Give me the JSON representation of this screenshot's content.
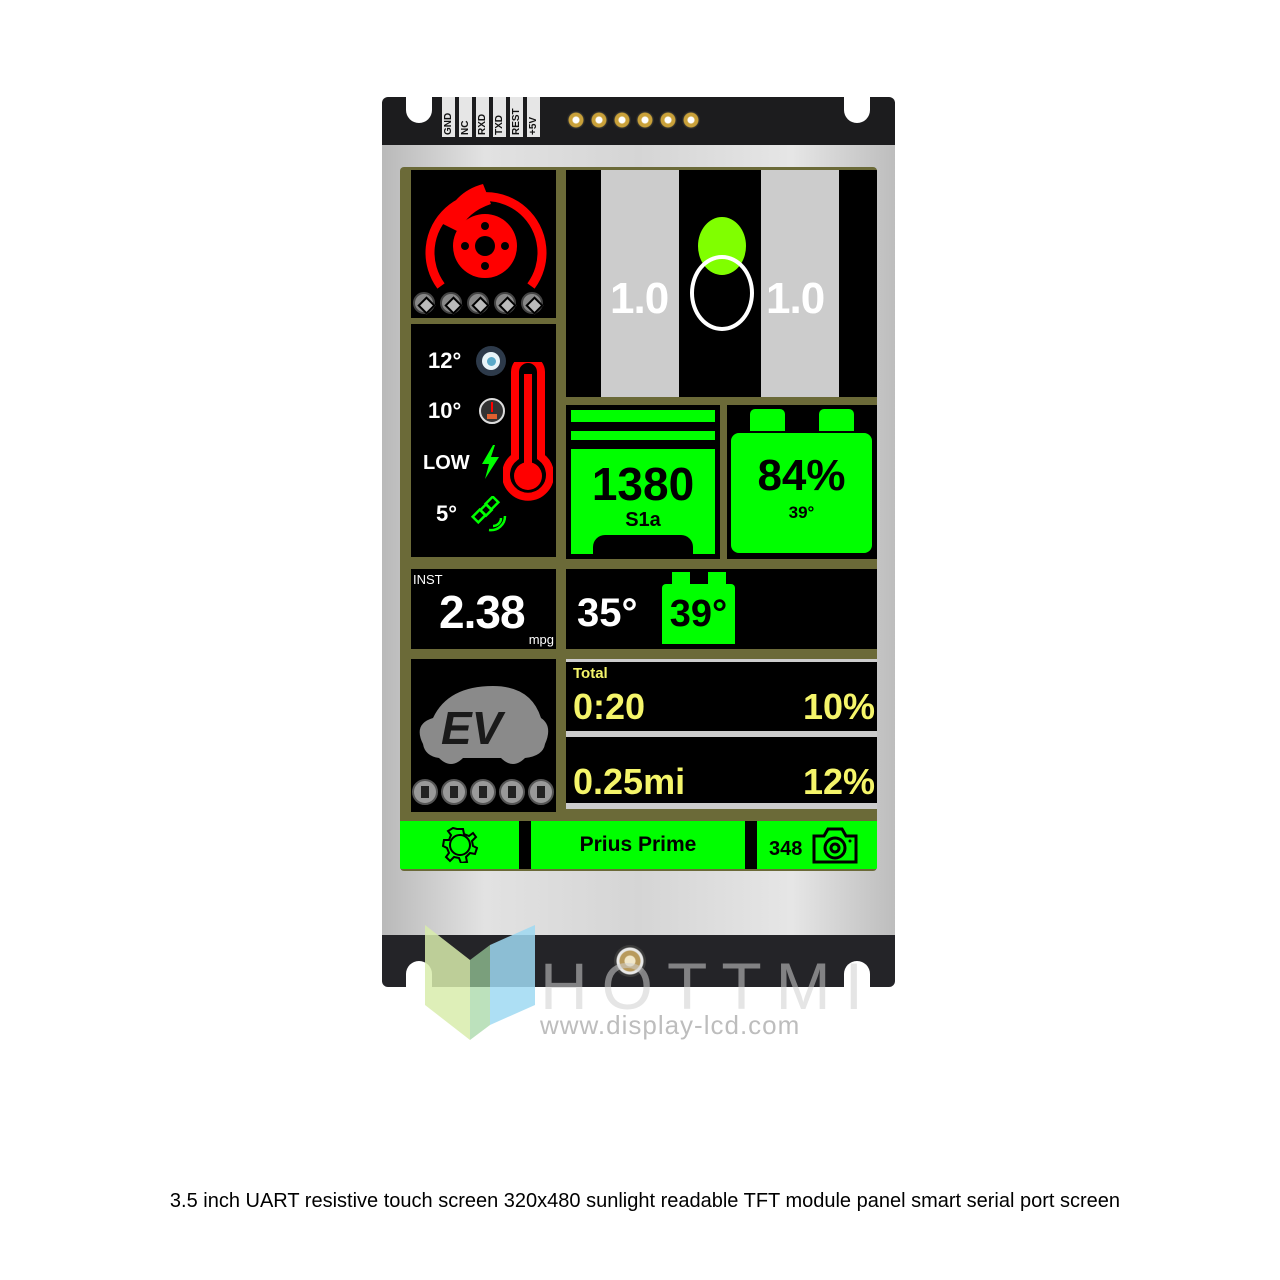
{
  "device": {
    "pin_labels": [
      "GND",
      "NC",
      "RXD",
      "TXD",
      "REST",
      "+5V"
    ],
    "pin_count": 6
  },
  "screen": {
    "brake": {
      "icon": "brake-disc-icon",
      "pad_icons": [
        "brake-pad-icon",
        "brake-pad-icon",
        "brake-pad-icon",
        "brake-pad-icon",
        "brake-pad-icon"
      ],
      "color": "#ff0000"
    },
    "lanes": {
      "left_value": "1.0",
      "right_value": "1.0",
      "indicator_fill_color": "#80ff00"
    },
    "temps": {
      "items": [
        {
          "value": "12°",
          "icon": "eye-gear-icon"
        },
        {
          "value": "10°",
          "icon": "gauge-icon"
        },
        {
          "value": "LOW",
          "icon": "lightning-icon"
        },
        {
          "value": "5°",
          "icon": "satellite-icon"
        }
      ],
      "thermometer_icon": "thermometer-icon"
    },
    "engine": {
      "value": "1380",
      "label": "S1a"
    },
    "battery": {
      "value": "84%",
      "sub": "39°"
    },
    "mpg": {
      "label": "INST",
      "value": "2.38",
      "unit": "mpg"
    },
    "temp_row": {
      "outside": "35°",
      "battery_temp": "39°"
    },
    "ev": {
      "icon": "ev-car-icon",
      "badge": "EV",
      "fuel_icons": [
        "fuel-pump-icon",
        "fuel-pump-icon",
        "fuel-pump-icon",
        "fuel-pump-icon",
        "fuel-pump-icon"
      ]
    },
    "totals": {
      "label": "Total",
      "time": "0:20",
      "time_pct": "10%",
      "distance": "0.25mi",
      "distance_pct": "12%"
    },
    "bottom_bar": {
      "settings_icon": "gear-icon",
      "title": "Prius Prime",
      "count": "348",
      "camera_icon": "camera-icon"
    }
  },
  "watermark": {
    "brand": "HOTTMI",
    "url": "www.display-lcd.com"
  },
  "caption": "3.5 inch UART resistive touch screen 320x480 sunlight readable TFT module panel smart serial port screen",
  "colors": {
    "bezel": "#6b6a38",
    "accent_green": "#00ff00",
    "alert_red": "#ff0000",
    "yellow_text": "#f5f56a"
  }
}
